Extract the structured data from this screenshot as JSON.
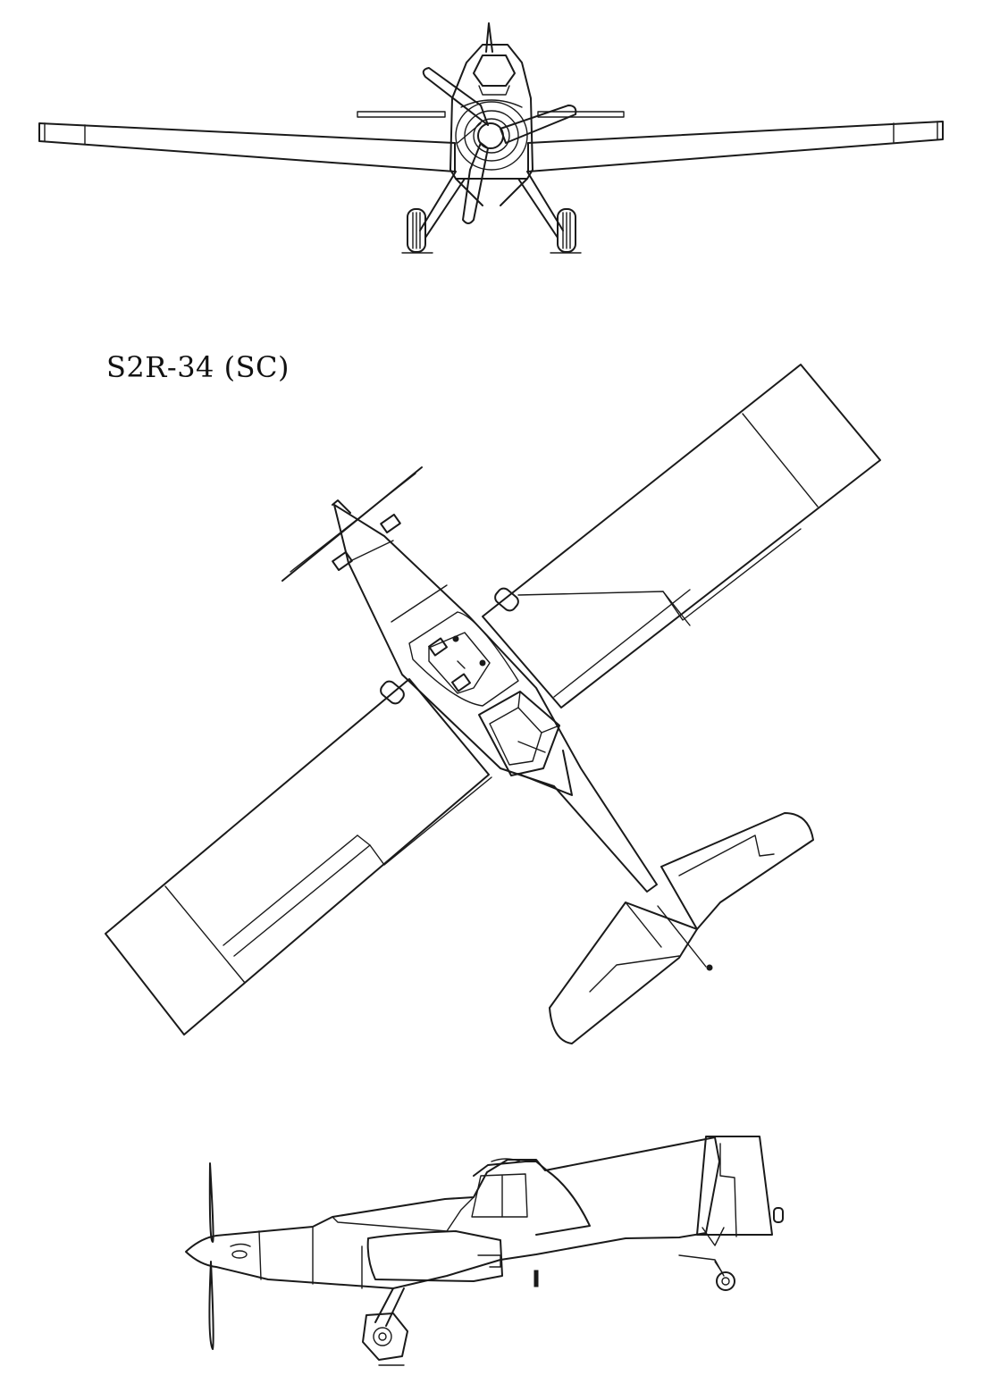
{
  "drawing": {
    "caption": "S2R-34 (SC)",
    "views": [
      "front-view",
      "top-view",
      "side-view"
    ]
  }
}
